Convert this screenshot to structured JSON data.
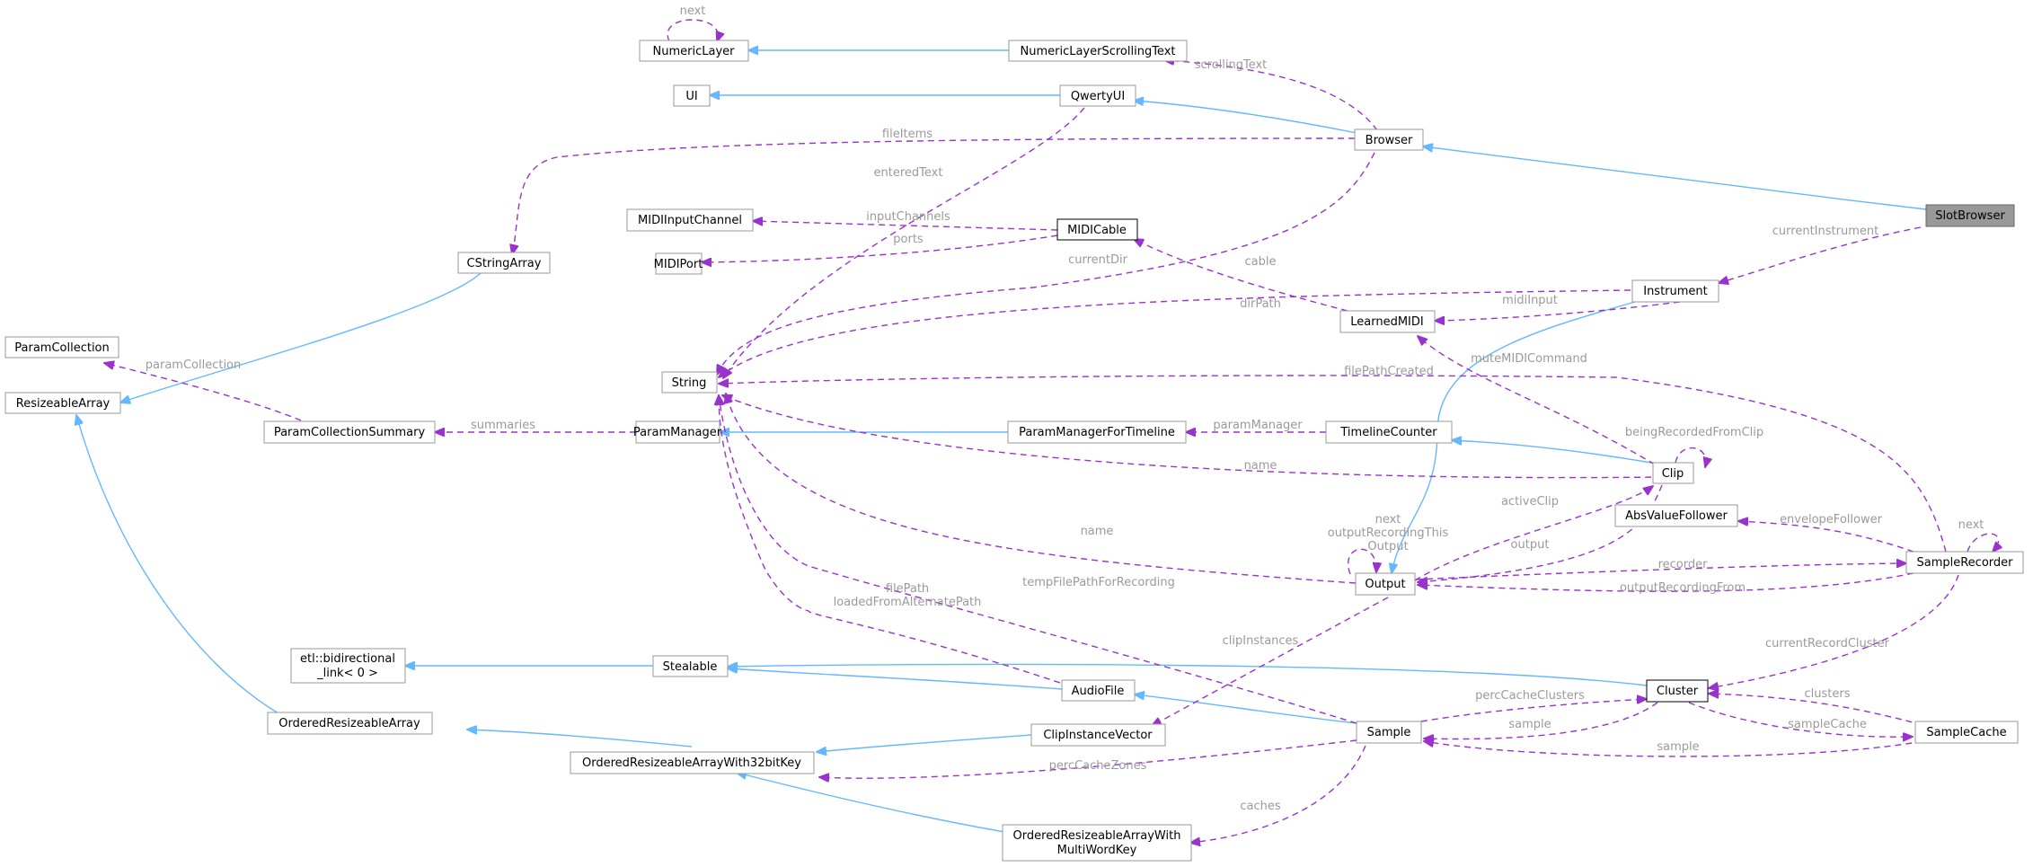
{
  "colors": {
    "inheritance_edge": "#63B8FF",
    "usage_edge": "#9A32CD",
    "edge_label": "#9a9a9a",
    "root_fill": "#999999"
  },
  "nodes": {
    "numeric_layer": "NumericLayer",
    "numeric_layer_scrolling_text": "NumericLayerScrollingText",
    "ui": "UI",
    "qwerty_ui": "QwertyUI",
    "browser": "Browser",
    "slot_browser": "SlotBrowser",
    "midi_input_channel": "MIDIInputChannel",
    "midi_cable": "MIDICable",
    "midi_port": "MIDIPort",
    "cstring_array": "CStringArray",
    "param_collection": "ParamCollection",
    "resizeable_array": "ResizeableArray",
    "string": "String",
    "instrument": "Instrument",
    "learned_midi": "LearnedMIDI",
    "param_collection_summary": "ParamCollectionSummary",
    "param_manager": "ParamManager",
    "param_manager_for_timeline": "ParamManagerForTimeline",
    "timeline_counter": "TimelineCounter",
    "clip": "Clip",
    "abs_value_follower": "AbsValueFollower",
    "sample_recorder": "SampleRecorder",
    "output": "Output",
    "etl_bidirectional_line1": "etl::bidirectional",
    "etl_bidirectional_line2": "_link< 0 >",
    "stealable": "Stealable",
    "audio_file": "AudioFile",
    "cluster": "Cluster",
    "ordered_resizeable_array": "OrderedResizeableArray",
    "clip_instance_vector": "ClipInstanceVector",
    "sample": "Sample",
    "sample_cache": "SampleCache",
    "ordered_32bit": "OrderedResizeableArrayWith32bitKey",
    "ordered_multi_line1": "OrderedResizeableArrayWith",
    "ordered_multi_line2": "MultiWordKey"
  },
  "edge_labels": {
    "next_numeric": "next",
    "scrolling_text": "scrollingText",
    "file_items": "fileItems",
    "entered_text": "enteredText",
    "input_channels": "inputChannels",
    "ports": "ports",
    "current_instrument": "currentInstrument",
    "current_dir": "currentDir",
    "cable": "cable",
    "midi_input": "midiInput",
    "dir_path": "dirPath",
    "param_collection": "paramCollection",
    "mute_midi_command": "muteMIDICommand",
    "file_path_created": "filePathCreated",
    "summaries": "summaries",
    "param_manager": "paramManager",
    "being_recorded_from_clip": "beingRecordedFromClip",
    "name_clip": "name",
    "active_clip": "activeClip",
    "next_output_l1": "next",
    "next_output_l2": "outputRecordingThis",
    "next_output_l3": "Output",
    "name_output": "name",
    "next_recorder": "next",
    "envelope_follower": "envelopeFollower",
    "output": "output",
    "recorder": "recorder",
    "output_recording_from": "outputRecordingFrom",
    "temp_file_path": "tempFilePathForRecording",
    "file_path_l1": "filePath",
    "file_path_l2": "loadedFromAlternatePath",
    "clip_instances": "clipInstances",
    "current_record_cluster": "currentRecordCluster",
    "perc_cache_clusters": "percCacheClusters",
    "clusters": "clusters",
    "sample_cluster": "sample",
    "sample_cache_lbl": "sampleCache",
    "sample_from_cache": "sample",
    "perc_cache_zones": "percCacheZones",
    "caches": "caches"
  }
}
